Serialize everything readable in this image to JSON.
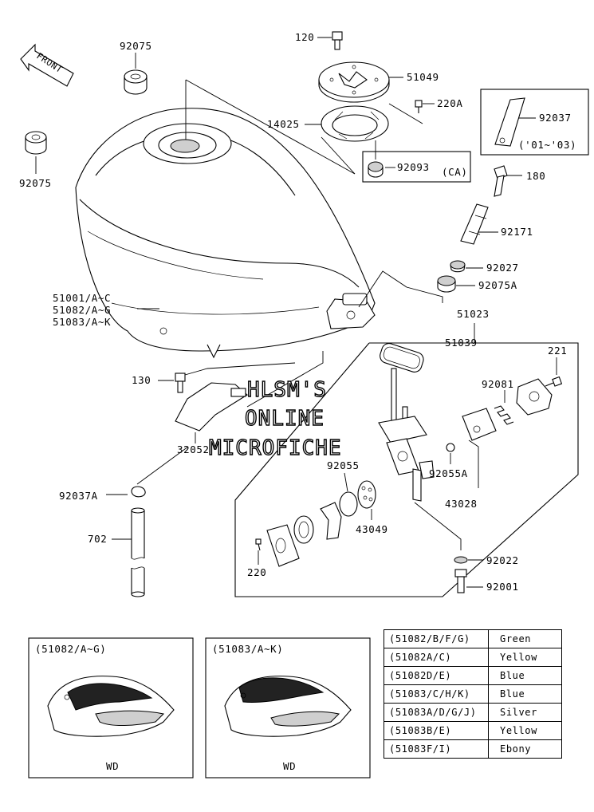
{
  "front_arrow": "FRONT",
  "watermark": [
    "HLSM'S",
    "ONLINE",
    "MICROFICHE"
  ],
  "labels": {
    "p92075_top": "92075",
    "p92075_left": "92075",
    "p120": "120",
    "p51049": "51049",
    "p220A": "220A",
    "p14025": "14025",
    "p92093": "92093",
    "pCA": "(CA)",
    "p92037": "92037",
    "p01_03": "('01~'03)",
    "p180": "180",
    "p92171": "92171",
    "p92027": "92027",
    "p92075A": "92075A",
    "p51001": "51001/A~C",
    "p51082": "51082/A~G",
    "p51083": "51083/A~K",
    "p51023": "51023",
    "p221": "221",
    "p51039": "51039",
    "p130": "130",
    "p92081": "92081",
    "p32052": "32052",
    "p92055": "92055",
    "p92055A": "92055A",
    "p92037A": "92037A",
    "p43049": "43049",
    "p43028": "43028",
    "p702": "702",
    "p220": "220",
    "p92022": "92022",
    "p92001": "92001"
  },
  "variant_boxes": [
    {
      "title": "(51082/A~G)",
      "footer": "WD"
    },
    {
      "title": "(51083/A~K)",
      "footer": "WD"
    }
  ],
  "color_table": [
    {
      "code": "(51082/B/F/G)",
      "color": "Green"
    },
    {
      "code": "(51082A/C)",
      "color": "Yellow"
    },
    {
      "code": "(51082D/E)",
      "color": "Blue"
    },
    {
      "code": "(51083/C/H/K)",
      "color": "Blue"
    },
    {
      "code": "(51083A/D/G/J)",
      "color": "Silver"
    },
    {
      "code": "(51083B/E)",
      "color": "Yellow"
    },
    {
      "code": "(51083F/I)",
      "color": "Ebony"
    }
  ]
}
